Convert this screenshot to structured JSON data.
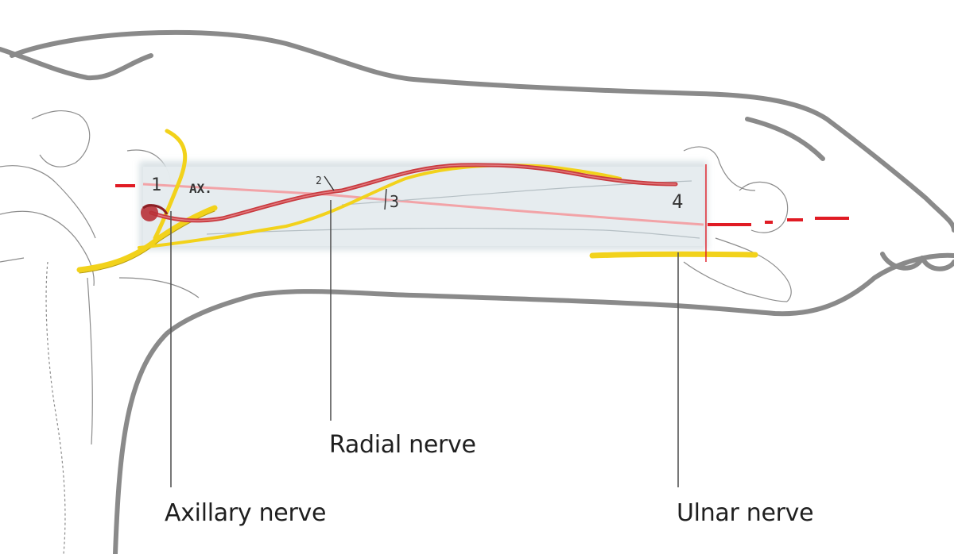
{
  "labels": {
    "radial": "Radial nerve",
    "axillary": "Axillary nerve",
    "ulnar": "Ulnar nerve"
  },
  "handwritten_marks": {
    "mark1": "1",
    "ax": "AX.",
    "mark2": "2",
    "mark3": "3",
    "mark4": "4"
  },
  "colors": {
    "outline": "#8a8a8a",
    "nerve": "#f2d21b",
    "artery": "#c93a3f",
    "midline": "#e01b24",
    "band": "#d7e0e4",
    "leader": "#555555"
  }
}
